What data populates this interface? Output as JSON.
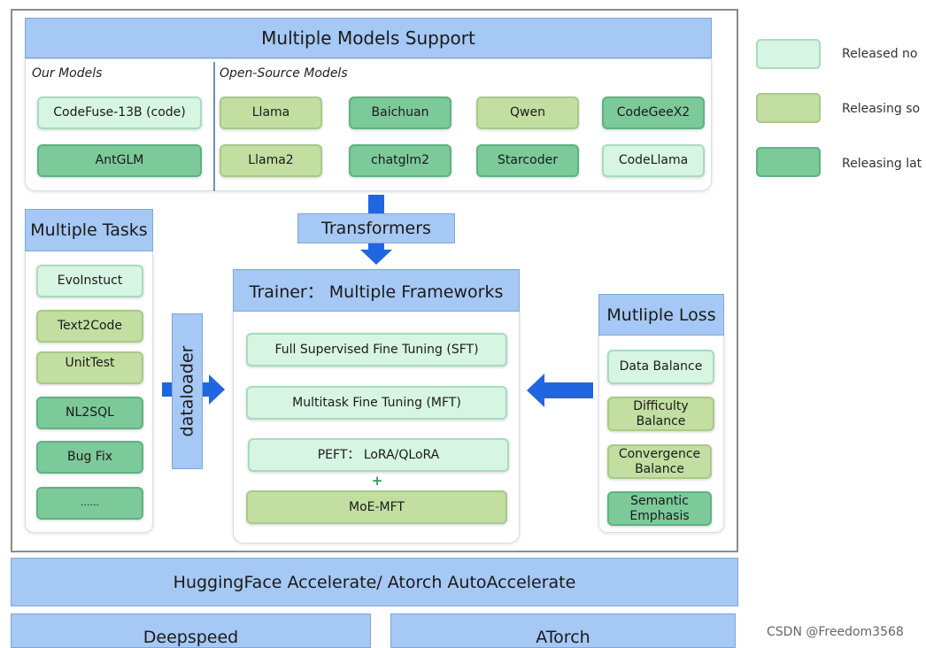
{
  "main_header": "Multiple Models Support",
  "our_models": {
    "label": "Our Models",
    "items": [
      "CodeFuse-13B (code)",
      "AntGLM"
    ]
  },
  "open_source": {
    "label": "Open-Source Models",
    "items": [
      "Llama",
      "Baichuan",
      "Qwen",
      "CodeGeeX2",
      "Llama2",
      "chatglm2",
      "Starcoder",
      "CodeLlama"
    ]
  },
  "transformers": "Transformers",
  "tasks": {
    "title": "Multiple Tasks",
    "items": [
      "EvoInstuct",
      "Text2Code",
      "UnitTest",
      "NL2SQL",
      "Bug Fix",
      "......"
    ]
  },
  "dataloader": "dataloader",
  "trainer": {
    "title": "Trainer： Multiple Frameworks",
    "items": [
      "Full Supervised Fine Tuning (SFT)",
      "Multitask Fine Tuning (MFT)",
      "PEFT： LoRA/QLoRA",
      "MoE-MFT"
    ],
    "plus": "+"
  },
  "loss": {
    "title": "Mutliple Loss",
    "items": [
      "Data Balance",
      "Difficulty Balance",
      "Convergence Balance",
      "Semantic Emphasis"
    ]
  },
  "accelerate": "HuggingFace Accelerate/ Atorch AutoAccelerate",
  "bottom": [
    "Deepspeed",
    "ATorch"
  ],
  "legend": [
    "Released no",
    "Releasing so",
    "Releasing lat"
  ],
  "watermark": "CSDN @Freedom3568",
  "colors": {
    "released_now": "#d6f5e3",
    "releasing_soon": "#c2dea0",
    "releasing_later": "#7cc99a",
    "header_blue": "#a6c8f4",
    "arrow_blue": "#1f66e0"
  }
}
